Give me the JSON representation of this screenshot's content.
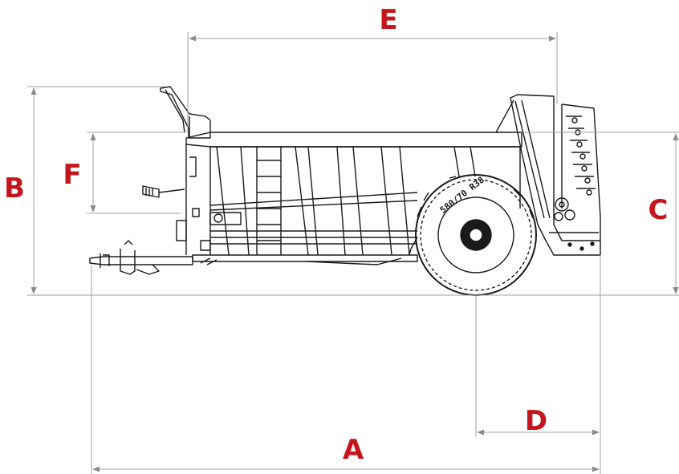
{
  "colors": {
    "label": "#c4161c",
    "dim_line": "#a0a0a0",
    "drawing": "#1a1a1a",
    "background": "#ffffff"
  },
  "dimensions": {
    "A": "A",
    "B": "B",
    "C": "C",
    "D": "D",
    "E": "E",
    "F": "F"
  },
  "tire_marking": "580/70 R38"
}
